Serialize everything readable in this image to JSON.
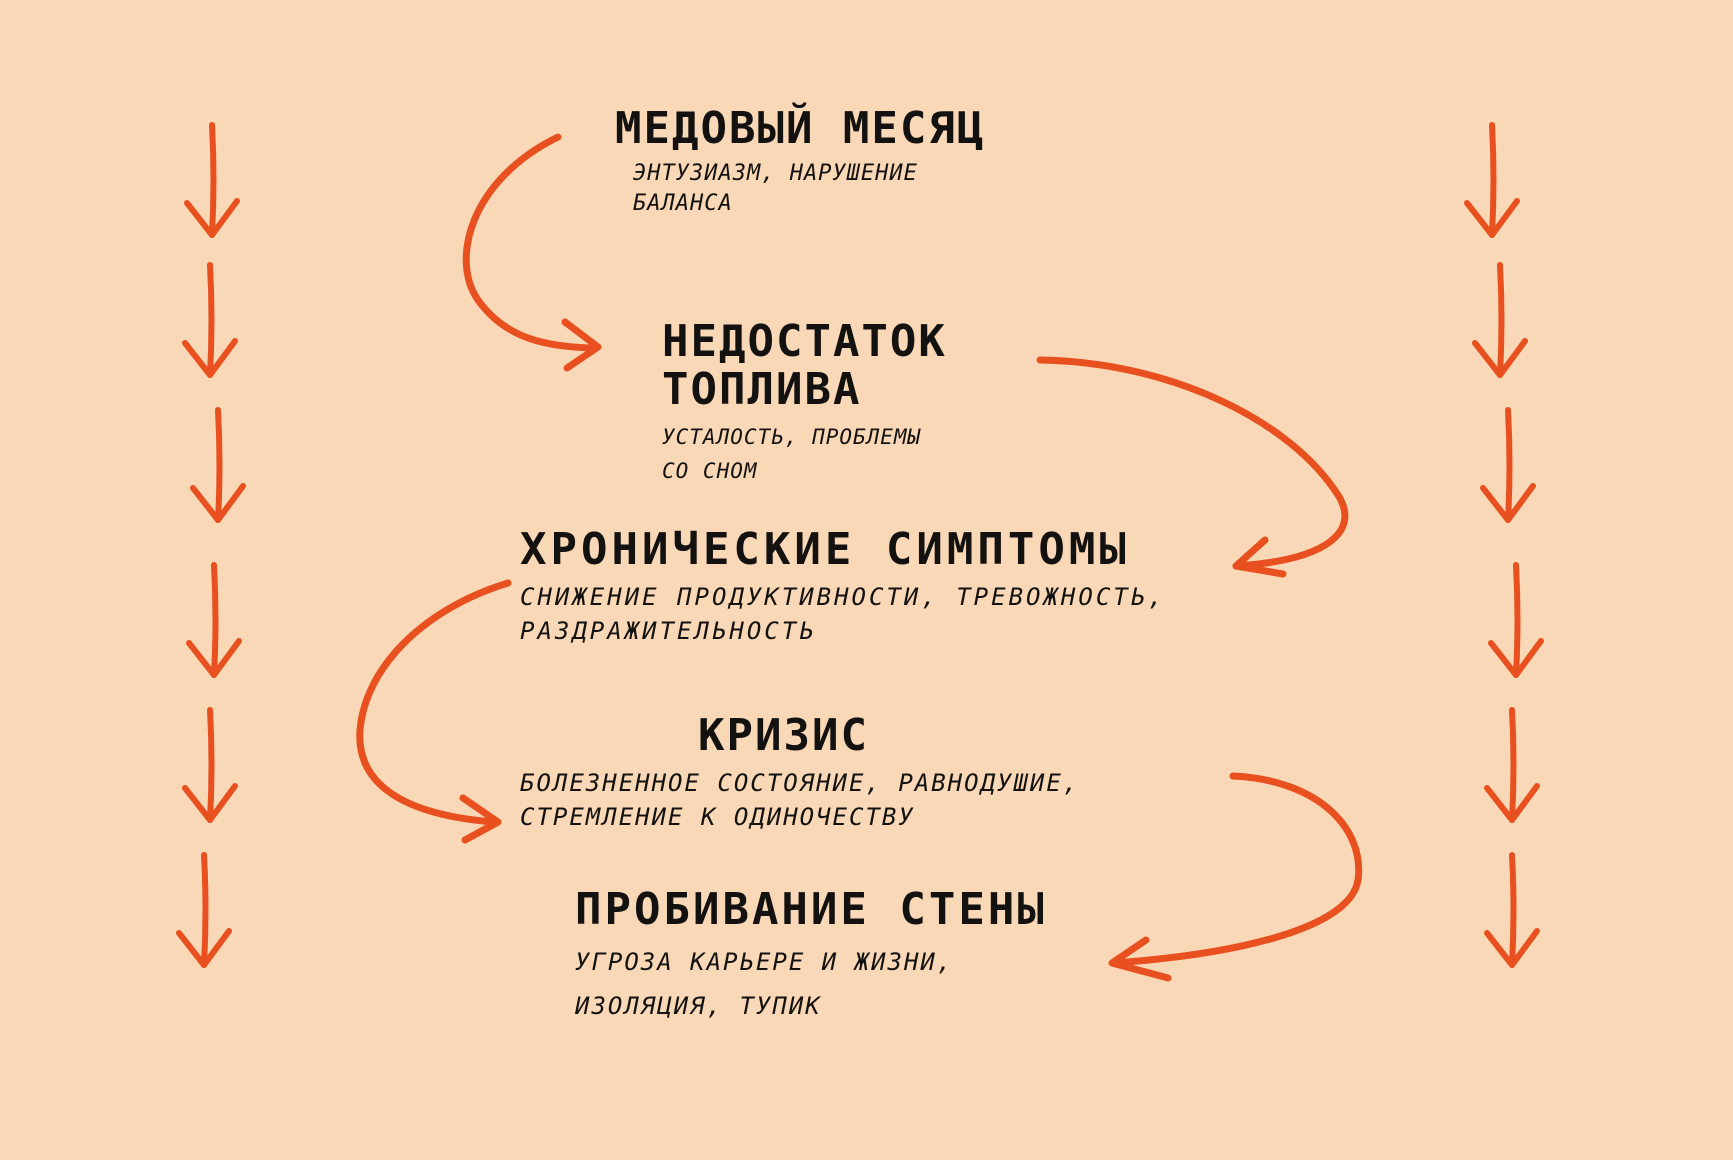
{
  "palette": {
    "background": "#f9d8b7",
    "arrow": "#e8501f",
    "ink": "#141210"
  },
  "stages": [
    {
      "title": "МЕДОВЫЙ МЕСЯЦ",
      "subtitle": "ЭНТУЗИАЗМ, НАРУШЕНИЕ\n      БАЛАНСА"
    },
    {
      "title": "НЕДОСТАТОК\nТОПЛИВА",
      "subtitle": "УСТАЛОСТЬ, ПРОБЛЕМЫ\n СО СНОМ"
    },
    {
      "title": "ХРОНИЧЕСКИЕ СИМПТОМЫ",
      "subtitle": "СНИЖЕНИЕ ПРОДУКТИВНОСТИ, ТРЕВОЖНОСТЬ,\nРАЗДРАЖИТЕЛЬНОСТЬ"
    },
    {
      "title": "КРИЗИС",
      "subtitle": "БОЛЕЗНЕННОЕ СОСТОЯНИЕ, РАВНОДУШИЕ,\n  СТРЕМЛЕНИЕ К ОДИНОЧЕСТВУ"
    },
    {
      "title": "ПРОБИВАНИЕ СТЕНЫ",
      "subtitle": "УГРОЗА КАРЬЕРЕ И ЖИЗНИ,\nИЗОЛЯЦИЯ, ТУПИК"
    }
  ],
  "connectors": [
    {
      "from": "МЕДОВЫЙ МЕСЯЦ",
      "to": "НЕДОСТАТОК ТОПЛИВА"
    },
    {
      "from": "НЕДОСТАТОК ТОПЛИВА",
      "to": "ХРОНИЧЕСКИЕ СИМПТОМЫ"
    },
    {
      "from": "ХРОНИЧЕСКИЕ СИМПТОМЫ",
      "to": "КРИЗИС"
    },
    {
      "from": "КРИЗИС",
      "to": "ПРОБИВАНИЕ СТЕНЫ"
    }
  ],
  "side_arrows": {
    "per_column": 6,
    "direction": "down",
    "columns": [
      "left",
      "right"
    ]
  }
}
